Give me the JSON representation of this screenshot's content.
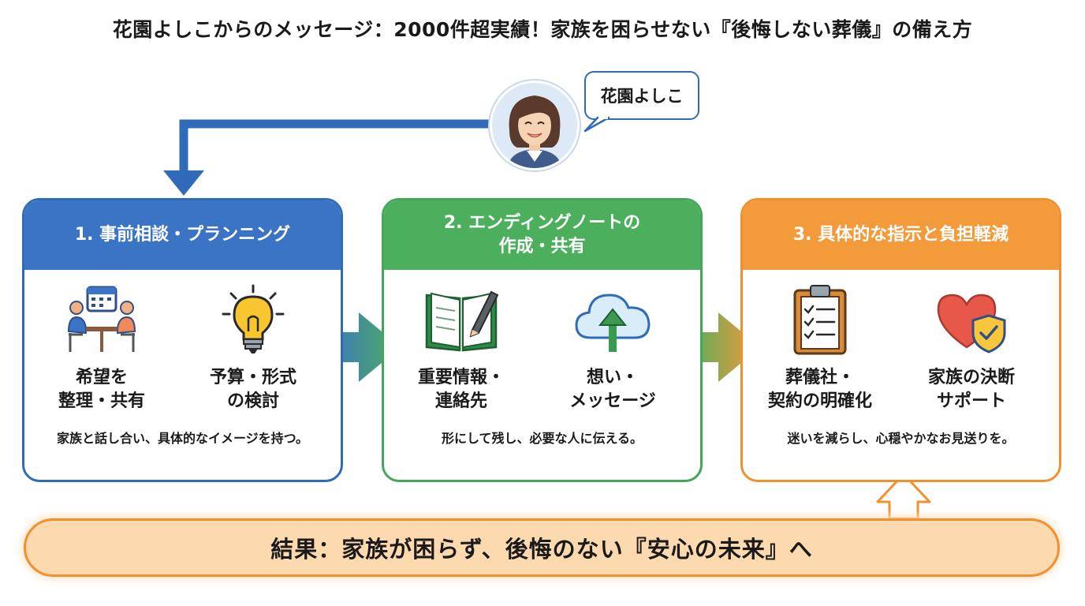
{
  "title": "花園よしこからのメッセージ：2000件超実績！家族を困らせない『後悔しない葬儀』の備え方",
  "speaker": {
    "name": "花園よしこ"
  },
  "steps": [
    {
      "header": "1. 事前相談・プランニング",
      "items": [
        {
          "label": "希望を\n整理・共有",
          "icon": "meeting-calendar-icon"
        },
        {
          "label": "予算・形式\nの検討",
          "icon": "lightbulb-icon"
        }
      ],
      "description": "家族と話し合い、具体的なイメージを持つ。",
      "color": "#3b74c4"
    },
    {
      "header": "2. エンディングノートの\n作成・共有",
      "items": [
        {
          "label": "重要情報・\n連絡先",
          "icon": "notebook-pen-icon"
        },
        {
          "label": "想い・\nメッセージ",
          "icon": "cloud-upload-icon"
        }
      ],
      "description": "形にして残し、必要な人に伝える。",
      "color": "#4caf5e"
    },
    {
      "header": "3. 具体的な指示と負担軽減",
      "items": [
        {
          "label": "葬儀社・\n契約の明確化",
          "icon": "clipboard-checklist-icon"
        },
        {
          "label": "家族の決断\nサポート",
          "icon": "heart-shield-icon"
        }
      ],
      "description": "迷いを減らし、心穏やかなお見送りを。",
      "color": "#f39a3a"
    }
  ],
  "result": "結果：家族が困らず、後悔のない『安心の未来』へ",
  "colors": {
    "blue": "#2f6bb8",
    "green": "#45a65a",
    "orange": "#f0902e",
    "result_fill": "#fdd9b0"
  }
}
